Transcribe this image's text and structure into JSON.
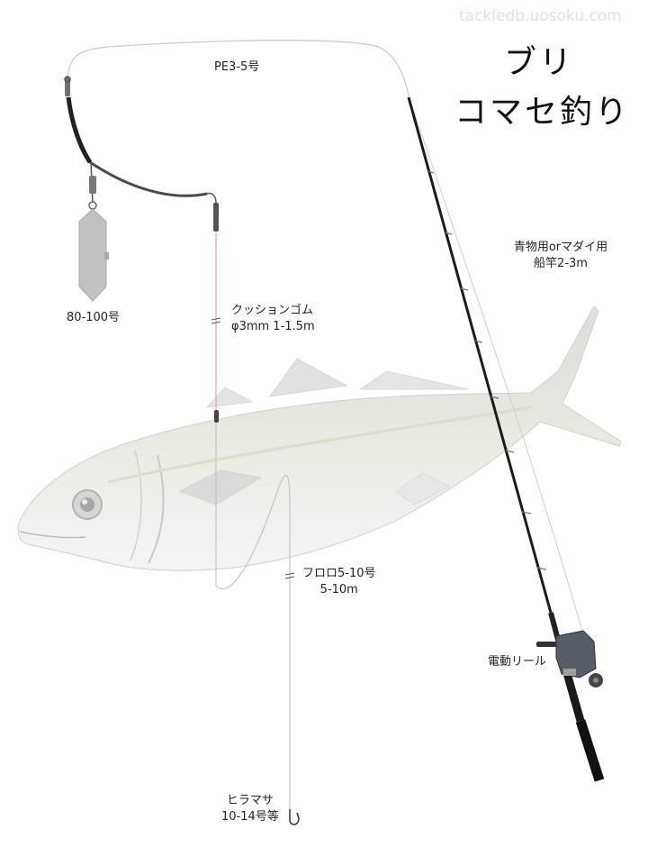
{
  "watermark": "tackledb.uosoku.com",
  "title": {
    "line1": "ブリ",
    "line2": "コマセ釣り"
  },
  "labels": {
    "main_line": "PE3-5号",
    "rod_line1": "青物用orマダイ用",
    "rod_line2": "船竿2-3m",
    "sinker": "80-100号",
    "cushion_line1": "クッションゴム",
    "cushion_line2": "φ3mm 1-1.5m",
    "leader_line1": "フロロ5-10号",
    "leader_line2": "5-10m",
    "reel": "電動リール",
    "hook_line1": "ヒラマサ",
    "hook_line2": "10-14号等"
  },
  "colors": {
    "line": "#c8c8c8",
    "rod": "#1c1c1c",
    "fish": "#d6d6d6",
    "cushion": "#f0a0a8",
    "sinker": "#bdbdbd"
  }
}
